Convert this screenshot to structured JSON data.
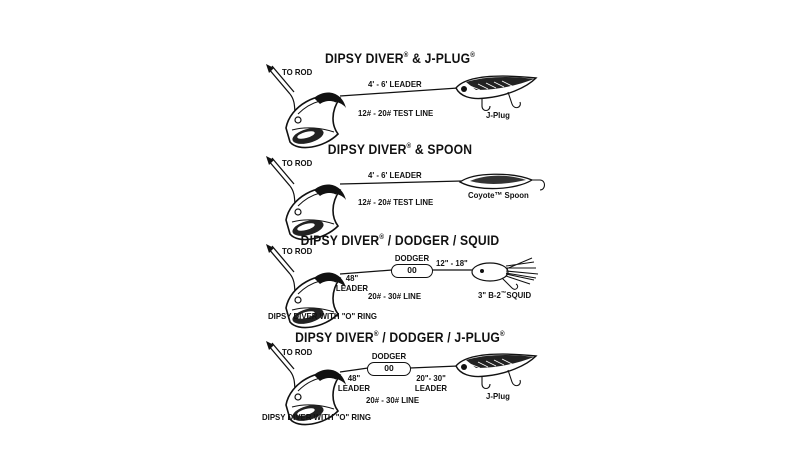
{
  "panels": [
    {
      "title": "DIPSY DIVER",
      "title_reg": "®",
      "title_rest": "& J-PLUG",
      "title_reg2": "®",
      "to_rod": "TO ROD",
      "leader": "4' - 6' LEADER",
      "line": "12# - 20# TEST LINE",
      "lure_label": "J-Plug"
    },
    {
      "title": "DIPSY DIVER",
      "title_reg": "®",
      "title_rest": "& SPOON",
      "to_rod": "TO ROD",
      "leader": "4' - 6' LEADER",
      "line": "12# - 20# TEST LINE",
      "lure_label": "Coyote™ Spoon"
    },
    {
      "title": "DIPSY DIVER",
      "title_reg": "®",
      "title_rest": "/ DODGER / SQUID",
      "to_rod": "TO ROD",
      "leader_top": "48\"",
      "leader_bottom": "LEADER",
      "dodger_label": "DODGER",
      "dodger_code": "00",
      "second_leader": "12\" - 18\"",
      "line": "20# - 30# LINE",
      "lure_label": "3\" B-2",
      "lure_label_sup": "™",
      "lure_label_rest": "SQUID",
      "ring_note": "DIPSY DIVER WITH \"O\" RING"
    },
    {
      "title": "DIPSY DIVER",
      "title_reg": "®",
      "title_rest": "/ DODGER / J-PLUG",
      "title_reg2": "®",
      "to_rod": "TO ROD",
      "leader_top": "48\"",
      "leader_bottom": "LEADER",
      "dodger_label": "DODGER",
      "dodger_code": "00",
      "second_leader_top": "20\"- 30\"",
      "second_leader_bottom": "LEADER",
      "line": "20# - 30# LINE",
      "lure_label": "J-Plug",
      "ring_note": "DIPSY DIVER WITH \"O\" RING"
    }
  ]
}
